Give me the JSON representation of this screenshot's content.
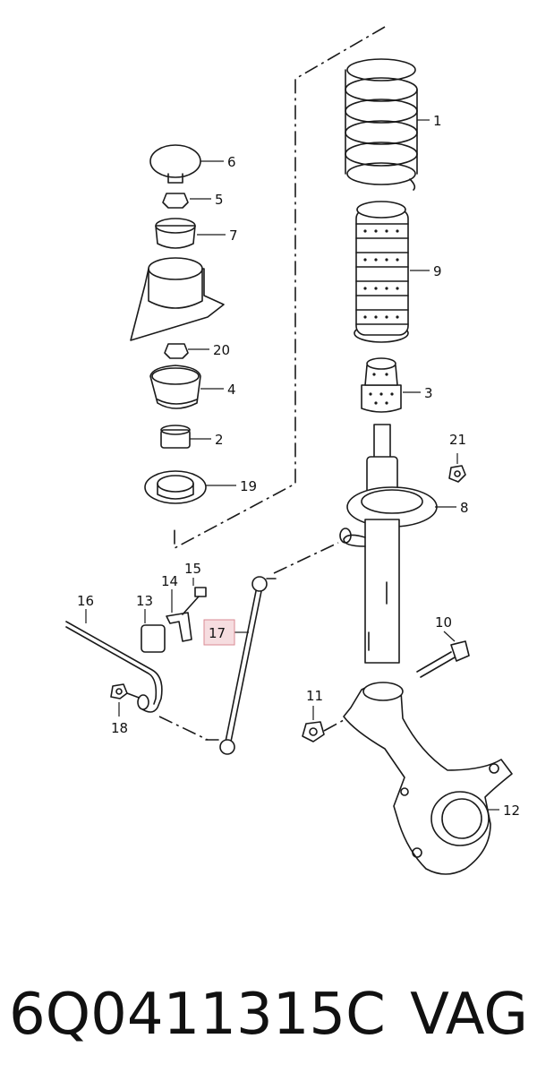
{
  "callouts": {
    "c1": "1",
    "c2": "2",
    "c3": "3",
    "c4": "4",
    "c5": "5",
    "c6": "6",
    "c7": "7",
    "c8": "8",
    "c9": "9",
    "c10": "10",
    "c11": "11",
    "c12": "12",
    "c13": "13",
    "c14": "14",
    "c15": "15",
    "c16": "16",
    "c17": "17",
    "c18": "18",
    "c19": "19",
    "c20": "20",
    "c21": "21"
  },
  "highlighted_callout": "17",
  "highlight_color": "#f6dde0",
  "part_number": "6Q0411315C",
  "brand": "VAG"
}
